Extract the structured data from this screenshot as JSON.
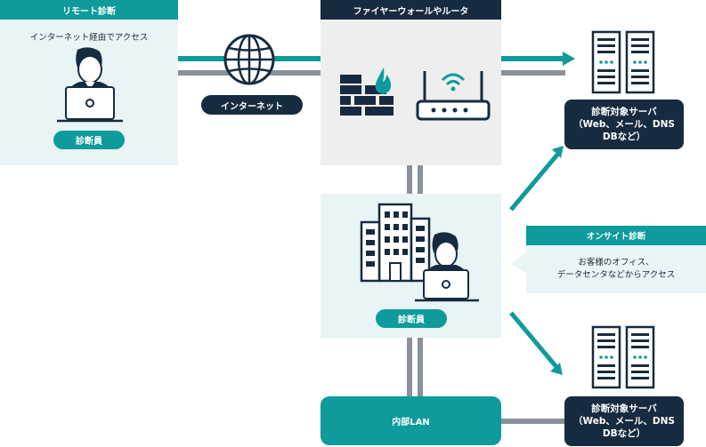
{
  "remote": {
    "title": "リモート診断",
    "caption": "インターネット経由でアクセス",
    "person_label": "診断員"
  },
  "internet": {
    "label": "インターネット"
  },
  "firewall": {
    "title": "ファイヤーウォールやルータ"
  },
  "onsite": {
    "person_label": "診断員",
    "callout_title": "オンサイト診断",
    "callout_line1": "お客様のオフィス、",
    "callout_line2": "データセンタなどからアクセス"
  },
  "lan": {
    "label": "内部LAN"
  },
  "targets": [
    {
      "line1": "診断対象サーバ",
      "line2": "（Web、メール、DNS",
      "line3": "DBなど）"
    },
    {
      "line1": "診断対象サーバ",
      "line2": "（Web、メール、DNS",
      "line3": "DBなど）"
    }
  ],
  "colors": {
    "teal": "#0f9b9b",
    "navy": "#172b40",
    "gray": "#8a9198",
    "light_teal": "#e8f4f5",
    "light_gray": "#eeeeee"
  }
}
